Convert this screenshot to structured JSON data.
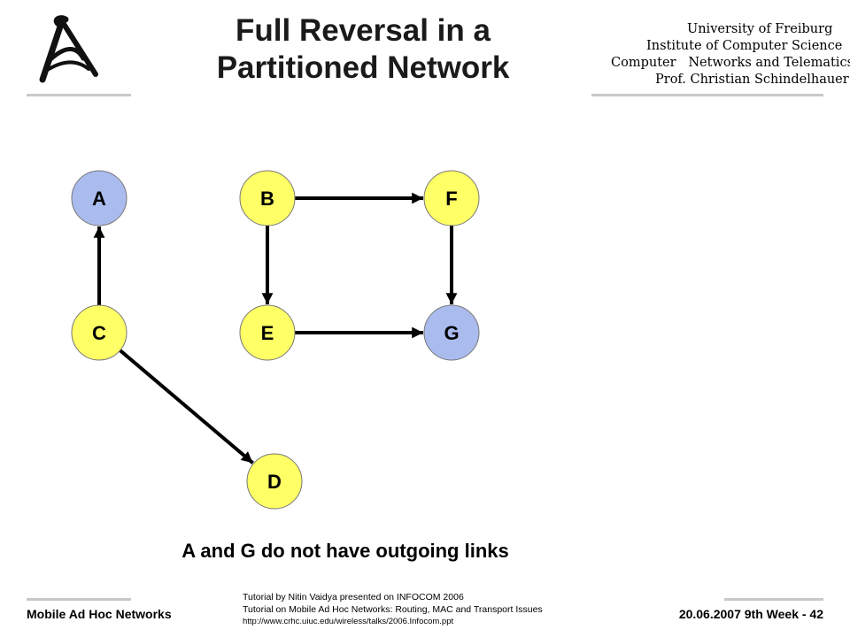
{
  "header": {
    "title_line1": "Full Reversal in a",
    "title_line2": "Partitioned Network",
    "institution": [
      "University of Freiburg",
      "Institute of Computer Science",
      "Computer   Networks and Telematics",
      "Prof. Christian Schindelhauer"
    ]
  },
  "diagram": {
    "colors": {
      "yellow_node": "#ffff66",
      "blue_node": "#aabbee",
      "edge": "#000000"
    },
    "nodes": [
      {
        "id": "A",
        "label": "A",
        "color": "blue"
      },
      {
        "id": "B",
        "label": "B",
        "color": "yellow"
      },
      {
        "id": "F",
        "label": "F",
        "color": "yellow"
      },
      {
        "id": "C",
        "label": "C",
        "color": "yellow"
      },
      {
        "id": "E",
        "label": "E",
        "color": "yellow"
      },
      {
        "id": "G",
        "label": "G",
        "color": "blue"
      },
      {
        "id": "D",
        "label": "D",
        "color": "yellow"
      }
    ],
    "edges": [
      {
        "from": "C",
        "to": "A"
      },
      {
        "from": "B",
        "to": "F"
      },
      {
        "from": "B",
        "to": "E"
      },
      {
        "from": "F",
        "to": "G"
      },
      {
        "from": "E",
        "to": "G"
      },
      {
        "from": "C",
        "to": "D"
      }
    ]
  },
  "caption": "A and G do not have outgoing links",
  "footer": {
    "left": "Mobile Ad Hoc Networks",
    "right": "20.06.2007  9th Week - 42",
    "credit_line1": "Tutorial by Nitin Vaidya presented on INFOCOM  2006",
    "credit_line2": "Tutorial on Mobile Ad Hoc Networks: Routing, MAC and Transport Issues",
    "credit_url": "http://www.crhc.uiuc.edu/wireless/talks/2006.Infocom.ppt"
  }
}
